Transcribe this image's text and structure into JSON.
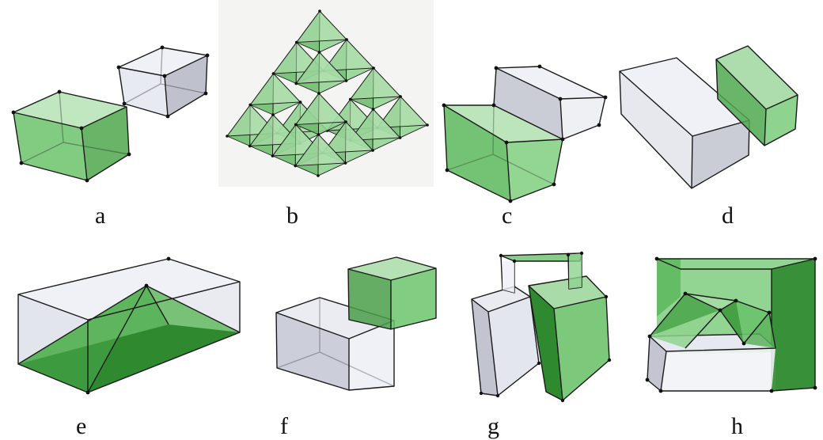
{
  "panels": [
    {
      "id": "a",
      "label": "a"
    },
    {
      "id": "b",
      "label": "b"
    },
    {
      "id": "c",
      "label": "c"
    },
    {
      "id": "d",
      "label": "d"
    },
    {
      "id": "e",
      "label": "e"
    },
    {
      "id": "f",
      "label": "f"
    },
    {
      "id": "g",
      "label": "g"
    },
    {
      "id": "h",
      "label": "h"
    }
  ],
  "colors": {
    "green_light": "#8fd18f",
    "green_mid": "#5cbf5c",
    "green_dark": "#2e8b2e",
    "gray_light": "#e9ebf2",
    "gray_mid": "#c9ccd6",
    "gray_dark": "#a7abb8",
    "edge": "#1a1a1a"
  }
}
